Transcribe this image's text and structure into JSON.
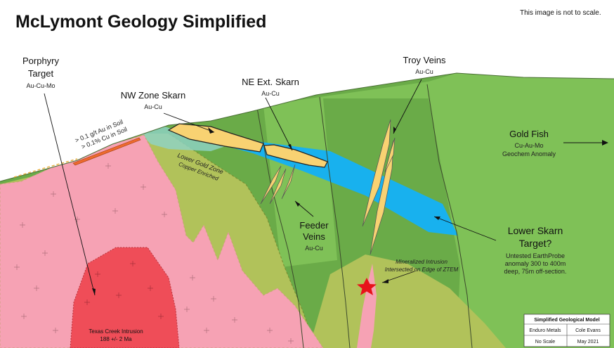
{
  "title": "McLymont Geology Simplified",
  "scale_note": "This image is not to scale.",
  "labels": {
    "porphyry_line1": "Porphyry",
    "porphyry_line2": "Target",
    "porphyry_sub": "Au-Cu-Mo",
    "nw_zone": "NW Zone Skarn",
    "nw_zone_sub": "Au-Cu",
    "ne_ext": "NE Ext. Skarn",
    "ne_ext_sub": "Au-Cu",
    "troy": "Troy Veins",
    "troy_sub": "Au-Cu",
    "gold_fish": "Gold Fish",
    "gold_fish_sub1": "Cu-Au-Mo",
    "gold_fish_sub2": "Geochem Anomaly",
    "soil1": "> 0.1 g/t Au in Soil",
    "soil2": "> 0.1% Cu in Soil",
    "lower_gold": "Lower Gold Zone",
    "copper_enriched": "Copper Enriched",
    "feeder_line1": "Feeder",
    "feeder_line2": "Veins",
    "feeder_sub": "Au-Cu",
    "mineralized_line1": "Mineralized Intrusion",
    "mineralized_line2": "Intersected on Edge of ZTEM",
    "lower_skarn_line1": "Lower Skarn",
    "lower_skarn_line2": "Target?",
    "earthprobe_line1": "Untested EarthProbe",
    "earthprobe_line2": "anomaly 300 to 400m",
    "earthprobe_line3": "deep, 75m off-section.",
    "texas_line1": "Texas Creek Intrusion",
    "texas_line2": "188 +/- 2 Ma"
  },
  "legend_table": {
    "heading": "Simplified Geological Model",
    "company": "Enduro Metals",
    "author": "Cole Evans",
    "scale": "No Scale",
    "date": "May 2021"
  },
  "colors": {
    "host_green": "#6aab48",
    "bright_green": "#7fc157",
    "olive": "#b1c25a",
    "pink": "#f6a2b4",
    "red_core": "#ef4d58",
    "skarn_yellow": "#f8d272",
    "blue_skarn": "#18b1ee",
    "soil_anomaly": "#ee6a2e",
    "star": "#e8121b"
  }
}
